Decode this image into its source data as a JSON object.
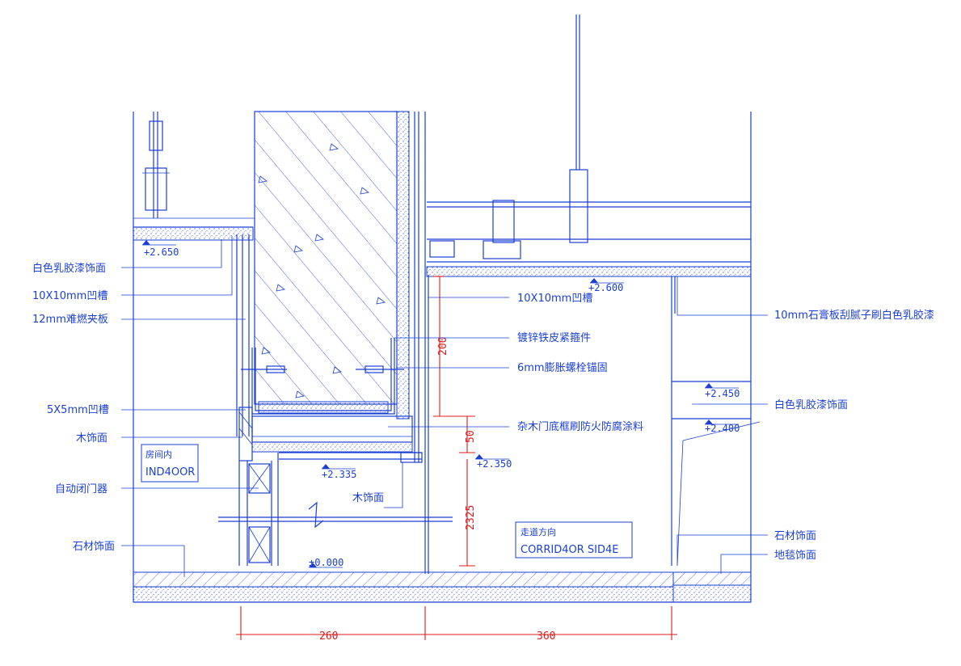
{
  "labels_left": {
    "white_latex_1": "白色乳胶漆饰面",
    "groove_10": "10X10mm凹槽",
    "fire_board": "12mm难燃夹板",
    "groove_5": "5X5mm凹槽",
    "wood_finish": "木饰面",
    "door_closer": "自动闭门器",
    "stone_finish": "石材饰面"
  },
  "labels_mid": {
    "groove_10": "10X10mm凹槽",
    "galv_fastener": "镀锌铁皮紧箍件",
    "expansion_bolt": "6mm膨胀螺栓锚固",
    "door_frame_paint": "杂木门底框刷防火防腐涂料",
    "wood_finish": "木饰面"
  },
  "labels_right": {
    "gypsum": "10mm石膏板刮腻子刷白色乳胶漆",
    "white_latex": "白色乳胶漆饰面",
    "stone_finish": "石材饰面",
    "carpet": "地毯饰面"
  },
  "levels": {
    "l2650": "+2.650",
    "l2600": "+2.600",
    "l2450": "+2.450",
    "l2400": "+2.400",
    "l2335": "+2.335",
    "l2350": "+2.350",
    "l0": "±0.000"
  },
  "rooms": {
    "room_cn": "房间内",
    "room_en": "IND4OOR",
    "corridor_cn": "走道方向",
    "corridor_en": "CORRID4OR SID4E"
  },
  "dimensions": {
    "d200": "200",
    "d50": "50",
    "d2325": "2325",
    "d260": "260",
    "d360": "360"
  }
}
